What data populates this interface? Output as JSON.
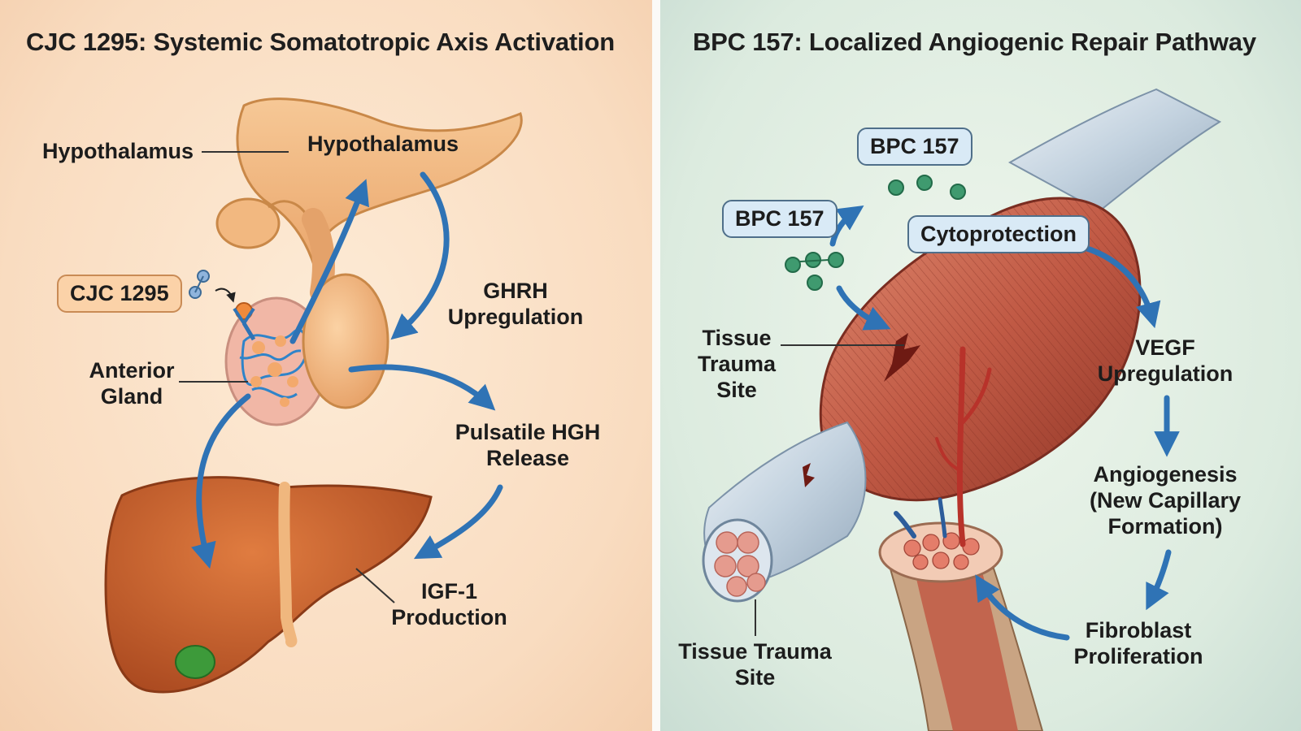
{
  "left": {
    "title": "CJC 1295: Systemic Somatotropic Axis Activation",
    "labels": {
      "hypothalamus_outer": "Hypothalamus",
      "hypothalamus_inner": "Hypothalamus",
      "cjc_pill": "CJC 1295",
      "anterior_gland": "Anterior Gland",
      "ghrh": "GHRH Upregulation",
      "pulsatile": "Pulsatile HGH Release",
      "igf": "IGF-1 Production"
    }
  },
  "right": {
    "title": "BPC 157: Localized Angiogenic Repair Pathway",
    "labels": {
      "bpc_top": "BPC 157",
      "bpc_left": "BPC 157",
      "cytoprotection": "Cytoprotection",
      "tissue_trauma_site_1": "Tissue Trauma Site",
      "tissue_trauma_site_2": "Tissue Trauma Site",
      "vegf": "VEGF Upregulation",
      "angiogenesis": "Angiogenesis (New Capillary Formation)",
      "fibroblast": "Fibroblast Proliferation"
    }
  },
  "colors": {
    "arrow_blue": "#2f73b5",
    "liver": "#c8632f",
    "gland": "#f2b27c",
    "muscle": "#b8503f",
    "tendon": "#c9d6e2",
    "molecule_green": "#3f9a6f",
    "gallbladder": "#3d9a3a"
  }
}
